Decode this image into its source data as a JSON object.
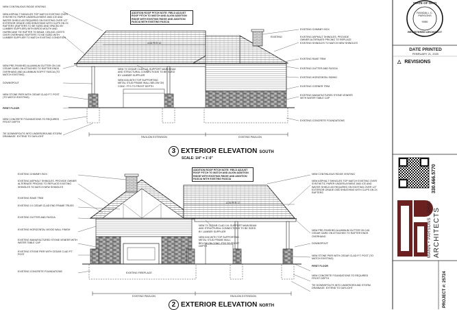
{
  "elev_south": {
    "title_number": "3",
    "title": "EXTERIOR ELEVATION",
    "direction": "SOUTH",
    "scale": "SCALE: 1/4\" = 1'-0\"",
    "addition_note": "ADDITION ROOF PITCH NOTE: FIELD ADJUST ROOF PITCH TO MATCH AND ALIGN ADDITION RIDGE WITH EXISTING RIDGE AND ADDITION FASCIA WITH EXISTING FASCIA",
    "ridge_height": "4:28 PER 12",
    "dim_pavilion": "PAVILION EXTENSION",
    "dim_existing": "EXISTING PAVILION",
    "left_notes": [
      "NEW CONTINUOUS RIDGE VENTING",
      "NEW ASPHALT SHINGLES TOP MATCH EXISTING OVER SYNTHETIC PAPER UNDERLAYMENT AND ICE AND WATER SHIELD AS REQUIRED ON EXISTING OVER 1/2\" EXTERIOR GRADE OSB SHEATHING WITH CLIPS ON 2X RAFTERS (RAFTERS TO BE SIZED AND SPACED BY LUMBER SUPPLIER) WITH BIRDS MOUTH AND HURRICANE TIE RAFTER TO BEAM. CEILING JOISTS OVER OVERHANG RAFTERS TO BE SIZED WITH LUMBER SUPPLIER TO MATCH EXISTING CONDITION",
      "NEW PRE-FINISHED ALUMINUM GUTTER ON 1X6 CEDAR GARD ON ATTACHED TO RAFTER ENDS OVERHANG AND ALUMINUM SOFFIT FASCIA (TO MATCH EXISTING)",
      "DOWNSPOUT",
      "NEW STONE PIER WITH CEDAR CLAD P.T. POST (TO MATCH EXISTING)",
      "FIRST FLOOR",
      "NEW CONCRETE FOUNDATIONS TO REQUIRED FROST DEPTH",
      "TIE DOWNSPOUTS INTO UNDERGROUND STORM DRAINAGE. EXTEND TO DAYLIGHT"
    ],
    "center_notes": [
      "NEW 7X CEDAR CLAD LVL SUPPORT MAIN BEAM AND STRUCTURAL CONNECTIONS TO BE SIZED BY LUMBER SUPPLIER",
      "NEW 6X6 WITH TOP SUPPORTING METAL STUD FRAME WALL BELOW ON CONC. FTG TO FROST DEPTH"
    ],
    "right_notes": [
      "EXISTING CHIMNEY BOX",
      "EXISTING ASPHALT SHINGLES. PROVIDE OWNER ALTERNATE PRICING TO REPLACE EXISTING SHINGLES TO MATCH NEW SHINGLES",
      "EXISTING RAKE TRIM",
      "EXISTING GUTTER AND FASCIA",
      "EXISTING HORIZONTAL SIDING",
      "EXISTING CORNER TRIM",
      "EXISTING MANUFACTURED STONE VENEER WITH WATER TABLE CAP",
      "EXISTING CONCRETE FOUNDATIONS"
    ],
    "roof_label": "EXISTING"
  },
  "elev_north": {
    "title_number": "2",
    "title": "EXTERIOR ELEVATION",
    "direction": "NORTH",
    "addition_note": "ADDITION ROOF PITCH NOTE: FIELD ADJUST ROOF PITCH TO MATCH AND ALIGN ADDITION RIDGE WITH EXISTING RIDGE AND ADDITION FASCIA WITH EXISTING FASCIA",
    "ridge_height": "4:28 PER 12",
    "dim_existing": "EXISTING PAVILION",
    "dim_pavilion": "PAVILION EXTENSION",
    "left_notes": [
      "EXISTING CHIMNEY BOX",
      "EXISTING ASPHALT SHINGLES. PROVIDE OWNER ALTERNATE PRICING TO REPLACE EXISTING SHINGLES TO MATCH NEW SHINGLES",
      "EXISTING RAKE TRIM",
      "EXISTING 1X CEDAR CLAD END FRAME TRUSS",
      "EXISTING GUTTER AND FASCIA",
      "EXISTING HORIZONTAL WOOD WALL FINISH",
      "EXISTING MANUFACTURED STONE VENEER WITH WATER TABLE CAP",
      "EXISTING STONE PIER WITH CEDAR CLAD P.T. POST",
      "EXISTING CONCRETE FOUNDATIONS"
    ],
    "fireplace_label": "EXISTING FIREPLACE",
    "right_notes": [
      "NEW CONTINUOUS RIDGE VENTING",
      "NEW ASPHALT SHINGLES TOP MATCH EXISTING OVER SYNTHETIC PAPER UNDERLAYMENT AND ICE AND WATER SHIELD AS REQUIRED ON EXISTING OVER 1/2\" EXTERIOR GRADE OSB SHEATHING WITH CLIPS ON 2X RAFTERS",
      "NEW PRE-FINISHED ALUMINUM GUTTER ON 1X6 CEDAR GARD ON ATTACHED TO RAFTER ENDS OVERHANG",
      "DOWNSPOUT",
      "NEW STONE PIER WITH CEDAR CLAD P.T. POST (TO MATCH EXISTING)",
      "FIRST FLOOR",
      "NEW CONCRETE FOUNDATIONS TO REQUIRED FROST DEPTH",
      "TIE DOWNSPOUTS INTO UNDERGROUND STORM DRAINAGE. EXTEND TO DAYLIGHT"
    ],
    "center_notes": [
      "NEW 7X CEDAR CLAD LVL SUPPORT MAIN BEAM AND STRUCTURAL CONNECTIONS TO BE SIZED BY LUMBER SUPPLIER",
      "NEW 6X6 WITH TOP SUPPORTING METAL STUD FRAME WALL BELOW ON CONC. FTG TO FROST DEPTH"
    ]
  },
  "title_block": {
    "seal_top": "STATE OF OHIO",
    "seal_name": "RANDALL C. PARSONS",
    "seal_number": "9086",
    "seal_bottom": "REGISTERED ARCHITECT",
    "date_label": "DATE PRINTED",
    "date_value": "FEBRUARY 21, 2020",
    "revisions_symbol": "△",
    "revisions_label": "REVISIONS",
    "firm_names": "MANN • PARSONS • GRAY",
    "firm_sub": "ARCHITECTS",
    "phone": "330.666.5770",
    "project_label": "PROJECT #: 25724"
  },
  "colors": {
    "line": "#222222",
    "stone": "#8a8a8a",
    "logo_red": "#6b1f1f"
  }
}
